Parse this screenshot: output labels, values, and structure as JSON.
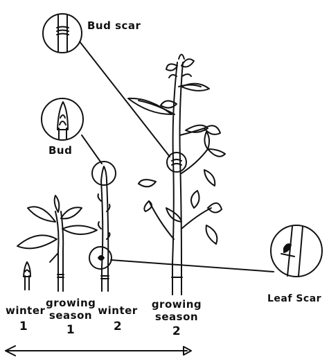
{
  "callouts": {
    "bud_scar": "Bud scar",
    "bud": "Bud",
    "leaf_scar": "Leaf Scar"
  },
  "stages": [
    {
      "line1": "winter",
      "line2": "1"
    },
    {
      "line1": "growing",
      "line2": "season",
      "line3": "1"
    },
    {
      "line1": "winter",
      "line2": "2"
    },
    {
      "line1": "growing",
      "line2": "season",
      "line3": "2"
    }
  ]
}
